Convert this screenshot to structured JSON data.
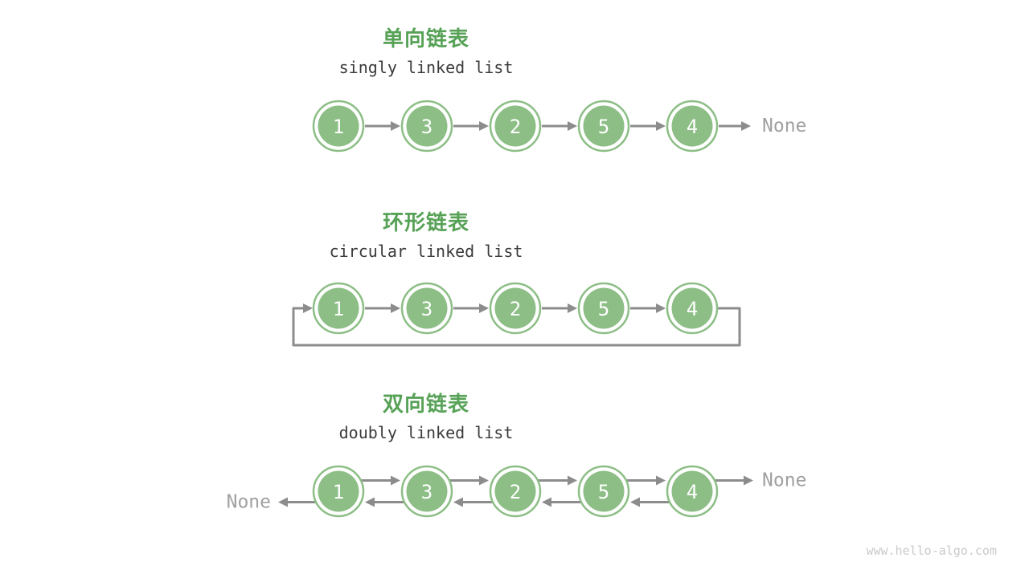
{
  "page": {
    "background": "#ffffff",
    "watermark": "www.hello-algo.com"
  },
  "colors": {
    "node_green": "#8CBE85",
    "node_text": "#ffffff",
    "title_green": "#57A257",
    "arrow_gray": "#8C8C8C",
    "none_gray": "#A0A0A0",
    "subtitle_dark": "#3b3b3b",
    "watermark_gray": "#c9c9c9"
  },
  "sections": [
    {
      "key": "singly",
      "title_zh": "单向链表",
      "subtitle_en": "singly linked list",
      "type": "singly",
      "nodes": [
        "1",
        "3",
        "2",
        "5",
        "4"
      ],
      "tail_label": "None"
    },
    {
      "key": "circular",
      "title_zh": "环形链表",
      "subtitle_en": "circular linked list",
      "type": "circular",
      "nodes": [
        "1",
        "3",
        "2",
        "5",
        "4"
      ]
    },
    {
      "key": "doubly",
      "title_zh": "双向链表",
      "subtitle_en": "doubly linked list",
      "type": "doubly",
      "nodes": [
        "1",
        "3",
        "2",
        "5",
        "4"
      ],
      "head_label": "None",
      "tail_label": "None"
    }
  ]
}
